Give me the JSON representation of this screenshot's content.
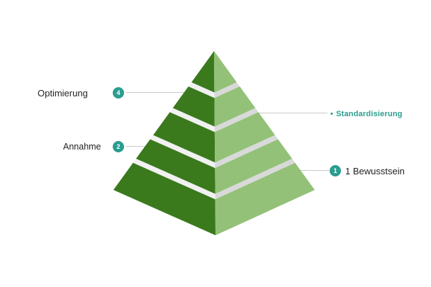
{
  "diagram": {
    "type": "pyramid",
    "level_count": 5,
    "colors": {
      "left_face": "#3a7a1d",
      "right_face": "#93c178",
      "gap_left": "#f1f1f1",
      "gap_right": "#d9d9d9",
      "background": "#ffffff"
    }
  },
  "accent": {
    "badge_color": "#2a9d8f",
    "highlight_text_color": "#2a9d8f",
    "line_color": "#c9c9c9"
  },
  "labels": [
    {
      "id": "optimierung",
      "text": "Optimierung",
      "badge": "4",
      "side": "left"
    },
    {
      "id": "standardisierung",
      "text": "Standardisierung",
      "bullet": "•",
      "side": "right"
    },
    {
      "id": "annahme",
      "text": "Annahme",
      "badge": "2",
      "side": "left"
    },
    {
      "id": "bewusstsein",
      "text": "1 Bewusstsein",
      "badge": "1",
      "side": "right"
    }
  ]
}
